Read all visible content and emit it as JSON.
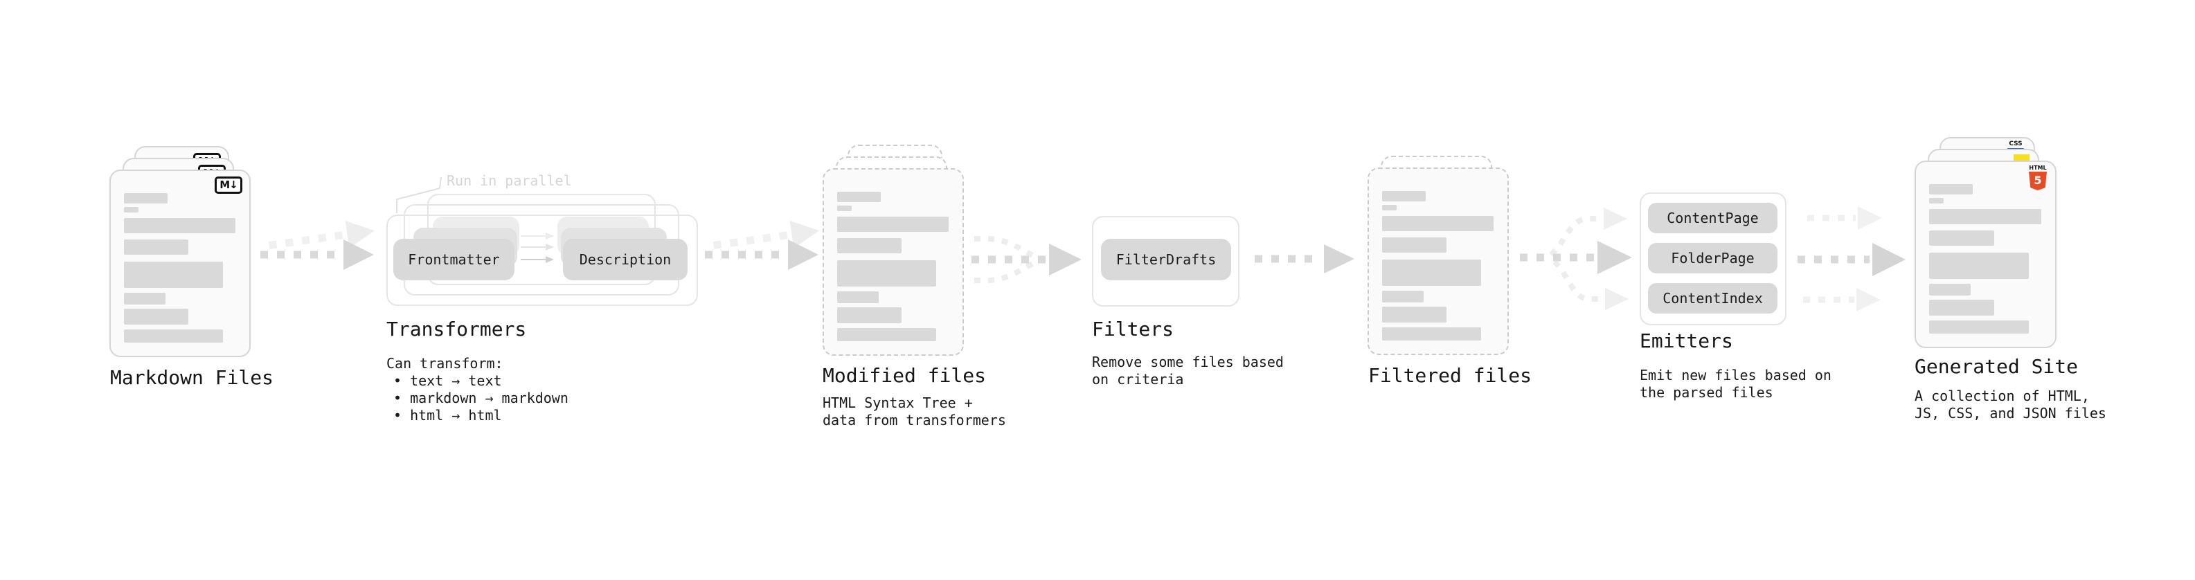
{
  "stages": {
    "markdown_files": {
      "title": "Markdown Files",
      "badge_label": "M↓"
    },
    "transformers": {
      "title": "Transformers",
      "parallel_note": "Run in parallel",
      "pill_left": "Frontmatter",
      "pill_right": "Description",
      "desc_line1": "Can transform:",
      "bullet1": "• text → text",
      "bullet2": "• markdown → markdown",
      "bullet3": "• html → html"
    },
    "modified_files": {
      "title": "Modified files",
      "desc_line1": "HTML Syntax Tree +",
      "desc_line2": "data from transformers"
    },
    "filters": {
      "title": "Filters",
      "pill": "FilterDrafts",
      "desc_line1": "Remove some files based",
      "desc_line2": "on criteria"
    },
    "filtered_files": {
      "title": "Filtered files"
    },
    "emitters": {
      "title": "Emitters",
      "pill1": "ContentPage",
      "pill2": "FolderPage",
      "pill3": "ContentIndex",
      "desc_line1": "Emit new files based on",
      "desc_line2": "the parsed files"
    },
    "generated_site": {
      "title": "Generated Site",
      "desc_line1": "A collection of HTML,",
      "desc_line2": "JS, CSS, and JSON files",
      "html_badge_top": "HTML",
      "html_badge_number": "5",
      "css_badge_label": "CSS"
    }
  },
  "colors": {
    "html5_orange": "#e44d26",
    "js_yellow": "#f7df1e",
    "css_blue": "#1b6ff2"
  },
  "skeleton_bars": [
    {
      "w": 39,
      "h": 15,
      "mt": 0
    },
    {
      "w": 13,
      "h": 8,
      "mt": 5
    },
    {
      "w": 100,
      "h": 22,
      "mt": 8
    },
    {
      "w": 58,
      "h": 22,
      "mt": 9
    },
    {
      "w": 89,
      "h": 38,
      "mt": 10
    },
    {
      "w": 37,
      "h": 17,
      "mt": 7
    },
    {
      "w": 58,
      "h": 23,
      "mt": 6
    },
    {
      "w": 89,
      "h": 19,
      "mt": 7
    }
  ]
}
